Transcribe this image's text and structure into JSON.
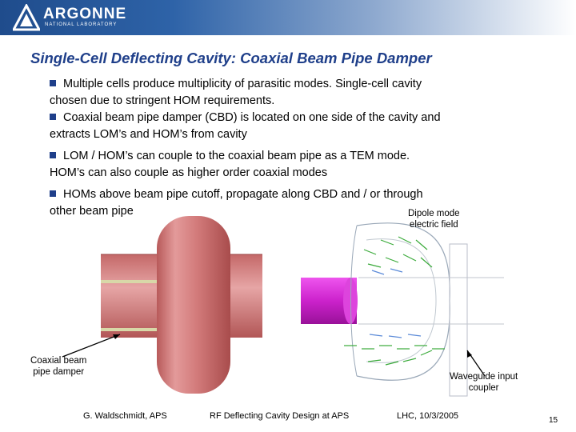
{
  "header": {
    "logo_name": "ARGONNE",
    "logo_sub": "NATIONAL LABORATORY",
    "logo_icon": "argonne-triangle-logo",
    "bar_color": "#1f4c8c"
  },
  "title": "Single-Cell Deflecting Cavity: Coaxial Beam Pipe Damper",
  "bullets": [
    {
      "lines": [
        "Multiple cells produce multiplicity of parasitic modes.  Single-cell cavity",
        "chosen due to stringent HOM requirements."
      ]
    },
    {
      "lines": [
        "Coaxial beam pipe damper (CBD) is located on one side of the cavity and",
        "extracts LOM’s and HOM’s from cavity"
      ]
    },
    {
      "lines": [
        "LOM / HOM’s can couple to the coaxial beam pipe as a TEM mode.",
        "HOM’s can also couple as higher order coaxial modes"
      ]
    },
    {
      "lines": [
        "HOMs above beam pipe cutoff, propagate along CBD and / or through",
        "other beam pipe"
      ]
    }
  ],
  "labels": {
    "dipole_line1": "Dipole mode",
    "dipole_line2": "electric field",
    "cbd_line1": "Coaxial beam",
    "cbd_line2": "pipe damper",
    "waveguide_line1": "Waveguide input",
    "waveguide_line2": "coupler"
  },
  "footer": {
    "author": "G. Waldschmidt, APS",
    "talk": "RF Deflecting Cavity Design at APS",
    "event": "LHC, 10/3/2005",
    "page": "15"
  },
  "colors": {
    "title": "#1f3f8a",
    "bullet": "#1f3f8a",
    "cavity": "#d98080",
    "damper": "#cc33cc",
    "field": "#3aaa3a"
  }
}
